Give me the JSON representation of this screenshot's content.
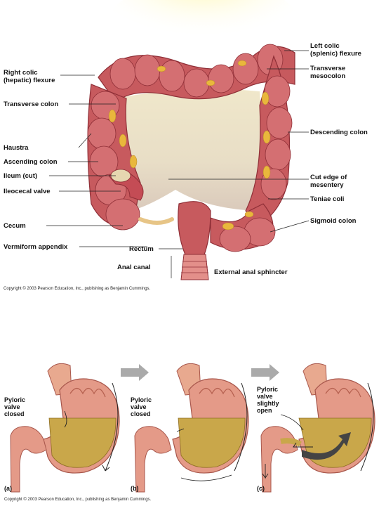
{
  "colon": {
    "labels_left": {
      "right_colic": "Right colic\n(hepatic) flexure",
      "transverse_colon": "Transverse colon",
      "haustra": "Haustra",
      "ascending_colon": "Ascending colon",
      "ileum": "Ileum (cut)",
      "ileocecal_valve": "Ileocecal valve",
      "cecum": "Cecum",
      "appendix": "Vermiform appendix"
    },
    "labels_right": {
      "left_colic": "Left colic\n(splenic) flexure",
      "transverse_mesocolon": "Transverse\nmesocolon",
      "descending_colon": "Descending colon",
      "cut_edge": "Cut edge of\nmesentery",
      "teniae": "Teniae coli",
      "sigmoid": "Sigmoid colon"
    },
    "labels_bottom": {
      "rectum": "Rectum",
      "anal_canal": "Anal canal",
      "sphincter": "External anal sphincter"
    },
    "copyright": "Copyright © 2003 Pearson Education, Inc., publishing as Benjamin Cummings."
  },
  "stomach": {
    "panels": [
      {
        "letter": "(a)",
        "label": "Pyloric\nvalve\nclosed"
      },
      {
        "letter": "(b)",
        "label": "Pyloric\nvalve\nclosed"
      },
      {
        "letter": "(c)",
        "label": "Pyloric\nvalve\nslightly\nopen"
      }
    ],
    "copyright": "Copyright © 2003 Pearson Education, Inc., publishing as Benjamin Cummings."
  },
  "colors": {
    "colon": "#c75a5e",
    "colon_dark": "#8f2f37",
    "fat": "#e9b73c",
    "mesentery": "#eee8d0",
    "chyme": "#c9a74a",
    "stomach_wall": "#e49a88",
    "arrow_gray": "#aaaaaa"
  }
}
